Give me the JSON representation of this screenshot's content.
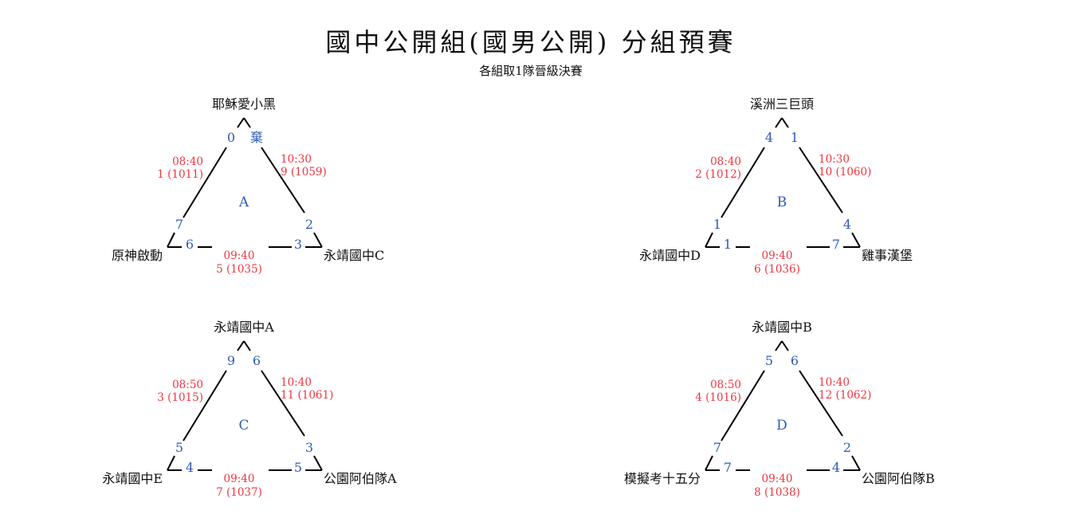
{
  "title": "國中公開組(國男公開) 分組預賽",
  "subtitle": "各組取1隊晉級決賽",
  "colors": {
    "score": "#2f5bb7",
    "match": "#f0353f",
    "line": "#000000"
  },
  "groups": [
    {
      "name": "A",
      "top": "耶穌愛小黑",
      "left": "原神啟動",
      "right": "永靖國中C",
      "scores": {
        "top_left": "0",
        "top_right": "棄",
        "left_top": "7",
        "left_right": "6",
        "right_top": "2",
        "right_left": "3"
      },
      "matches": {
        "left": {
          "time": "08:40",
          "id": "1 (1011)"
        },
        "right": {
          "time": "10:30",
          "id": "9 (1059)"
        },
        "bottom": {
          "time": "09:40",
          "id": "5 (1035)"
        }
      }
    },
    {
      "name": "B",
      "top": "溪洲三巨頭",
      "left": "永靖國中D",
      "right": "雞事漢堡",
      "scores": {
        "top_left": "4",
        "top_right": "1",
        "left_top": "1",
        "left_right": "1",
        "right_top": "4",
        "right_left": "7"
      },
      "matches": {
        "left": {
          "time": "08:40",
          "id": "2 (1012)"
        },
        "right": {
          "time": "10:30",
          "id": "10 (1060)"
        },
        "bottom": {
          "time": "09:40",
          "id": "6 (1036)"
        }
      }
    },
    {
      "name": "C",
      "top": "永靖國中A",
      "left": "永靖國中E",
      "right": "公園阿伯隊A",
      "scores": {
        "top_left": "9",
        "top_right": "6",
        "left_top": "5",
        "left_right": "4",
        "right_top": "3",
        "right_left": "5"
      },
      "matches": {
        "left": {
          "time": "08:50",
          "id": "3 (1015)"
        },
        "right": {
          "time": "10:40",
          "id": "11 (1061)"
        },
        "bottom": {
          "time": "09:40",
          "id": "7 (1037)"
        }
      }
    },
    {
      "name": "D",
      "top": "永靖國中B",
      "left": "模擬考十五分",
      "right": "公園阿伯隊B",
      "scores": {
        "top_left": "5",
        "top_right": "6",
        "left_top": "7",
        "left_right": "7",
        "right_top": "2",
        "right_left": "4"
      },
      "matches": {
        "left": {
          "time": "08:50",
          "id": "4 (1016)"
        },
        "right": {
          "time": "10:40",
          "id": "12 (1062)"
        },
        "bottom": {
          "time": "09:40",
          "id": "8 (1038)"
        }
      }
    }
  ]
}
